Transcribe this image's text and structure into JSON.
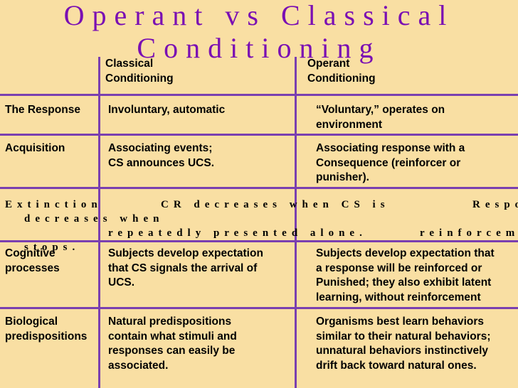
{
  "title": {
    "line1": "Operant vs Classical",
    "line2": "Conditioning"
  },
  "headers": {
    "classical": [
      "Classical",
      "Conditioning"
    ],
    "operant": [
      "Operant",
      "Conditioning"
    ]
  },
  "rows": {
    "response": {
      "label": "The Response",
      "classical": "Involuntary, automatic",
      "operant": [
        "“Voluntary,” operates on",
        "environment"
      ]
    },
    "acquisition": {
      "label": "Acquisition",
      "classical": [
        "Associating events;",
        "CS announces UCS."
      ],
      "operant": [
        "Associating response with a",
        "Consequence (reinforcer or",
        "punisher)."
      ]
    },
    "extinction": {
      "label": "Extinction",
      "label_cont": "decreases when",
      "label_cont2": "stops.",
      "classical": "CR decreases when CS is",
      "classical_cont": "repeatedly presented alone.",
      "operant": "Respo",
      "operant_cont": "reinforceme"
    },
    "cognitive": {
      "label": [
        "Cognitive",
        "processes"
      ],
      "classical": [
        "Subjects develop expectation",
        "that CS signals the arrival of",
        "UCS."
      ],
      "operant": [
        "Subjects develop expectation that",
        "a response will be reinforced or",
        "Punished; they also exhibit latent",
        "learning, without reinforcement"
      ]
    },
    "biological": {
      "label": [
        "Biological",
        "predispositions"
      ],
      "classical": [
        "Natural predispositions",
        "contain what stimuli and",
        "responses can easily be",
        "associated."
      ],
      "operant": [
        "Organisms best learn behaviors",
        "similar to their natural behaviors;",
        "unnatural behaviors instinctively",
        "drift back toward natural ones."
      ]
    }
  }
}
